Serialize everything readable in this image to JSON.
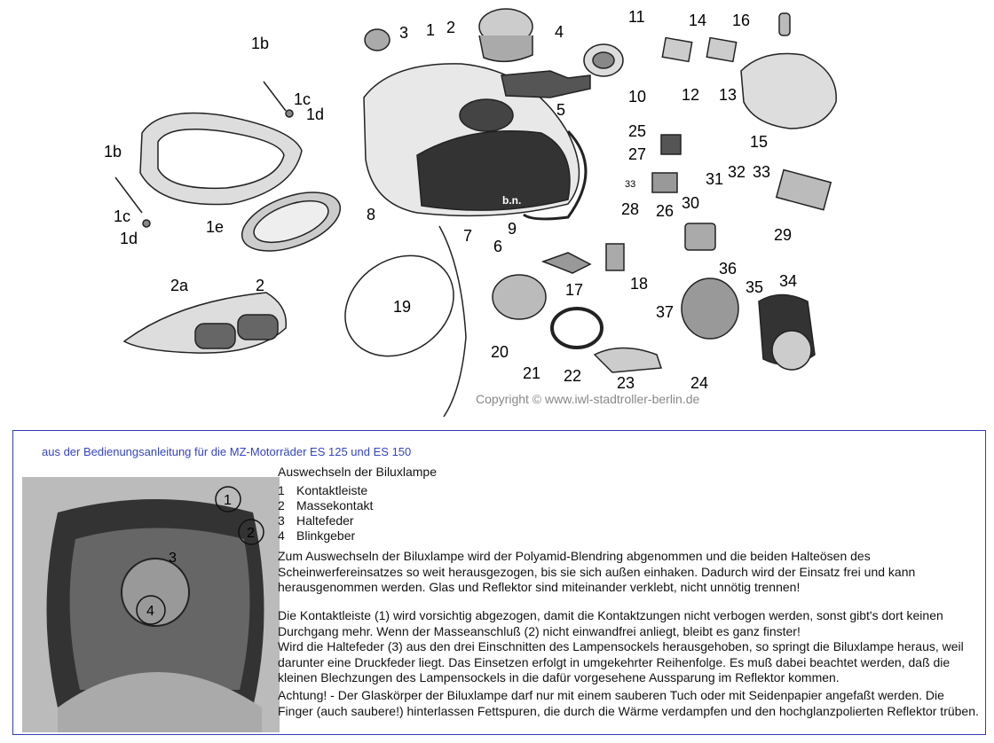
{
  "diagram": {
    "callouts": [
      "1b",
      "1c",
      "1d",
      "1b",
      "1c",
      "1d",
      "1e",
      "2a",
      "2",
      "3",
      "1",
      "2",
      "4",
      "5",
      "8",
      "7",
      "6",
      "9",
      "19",
      "11",
      "14",
      "16",
      "10",
      "12",
      "13",
      "15",
      "25",
      "27",
      "33",
      "28",
      "26",
      "31",
      "32",
      "33",
      "30",
      "29",
      "17",
      "18",
      "20",
      "21",
      "22",
      "23",
      "24",
      "36",
      "37",
      "35",
      "34"
    ],
    "inline_labels": [
      "b.n.",
      "33"
    ]
  },
  "copyright": "Copyright © www.iwl-stadtroller-berlin.de",
  "infobox": {
    "heading": "aus der Bedienungsanleitung für die MZ-Motorräder ES 125 und ES 150",
    "title": "Auswechseln der Biluxlampe",
    "legend": [
      {
        "num": "1",
        "label": "Kontaktleiste"
      },
      {
        "num": "2",
        "label": "Massekontakt"
      },
      {
        "num": "3",
        "label": "Haltefeder"
      },
      {
        "num": "4",
        "label": "Blinkgeber"
      }
    ],
    "photo_callouts": [
      "1",
      "2",
      "3",
      "4"
    ],
    "paragraph1": "Zum Auswechseln der Biluxlampe wird der Polyamid-Blendring abgenommen und die beiden Halteösen des Scheinwerfereinsatzes so weit herausgezogen, bis sie sich außen einhaken. Dadurch wird der Einsatz frei und kann herausgenommen werden. Glas und Reflektor sind miteinander verklebt, nicht unnötig trennen!",
    "paragraph2": "Die Kontaktleiste (1) wird vorsichtig abgezogen, damit die Kontaktzungen nicht verbogen werden, sonst gibt's dort keinen Durchgang mehr. Wenn der Masseanschluß (2) nicht einwandfrei anliegt, bleibt es ganz finster!",
    "paragraph3": "Wird die Haltefeder (3) aus den drei Einschnitten des Lampensockels herausgehoben, so springt die Biluxlampe heraus, weil darunter eine Druckfeder liegt. Das Einsetzen erfolgt in umgekehrter Reihenfolge. Es muß dabei beachtet werden, daß die kleinen Blechzungen des Lampensockels in die dafür vorgesehene Aussparung im Reflektor kommen.",
    "paragraph4": "Achtung! - Der Glaskörper der Biluxlampe darf nur mit einem sauberen Tuch oder mit Seidenpapier angefaßt werden. Die Finger (auch saubere!) hinterlassen Fettspuren, die durch die Wärme verdampfen und den hochglanzpolierten Reflektor trüben."
  },
  "colors": {
    "heading": "#3344c4",
    "border": "#2f3fb0",
    "copyright": "#888888"
  }
}
